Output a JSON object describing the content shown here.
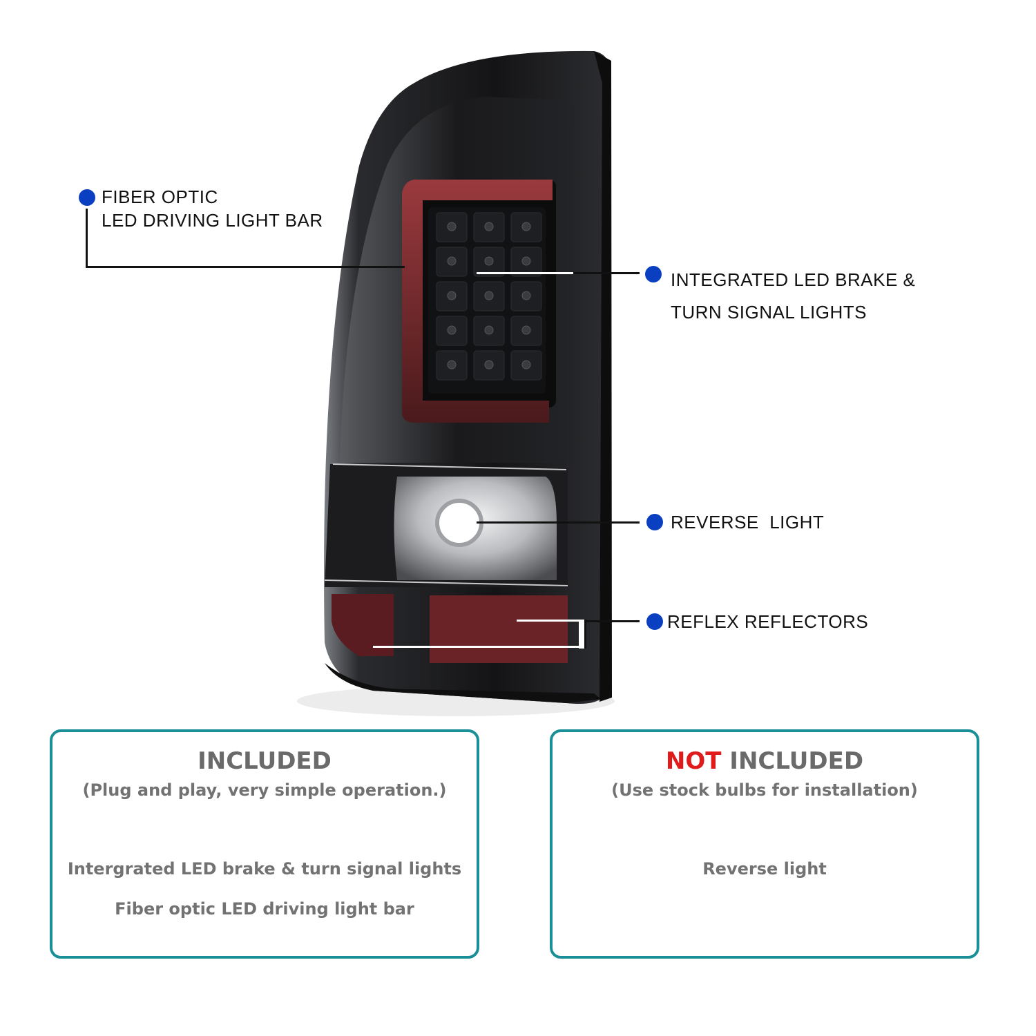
{
  "callouts": {
    "fiber_optic": {
      "line1": "FIBER OPTIC",
      "line2": "LED DRIVING LIGHT BAR"
    },
    "brake_turn": {
      "line1": "INTEGRATED LED BRAKE &",
      "line2": "TURN SIGNAL LIGHTS"
    },
    "reverse": {
      "label": "REVERSE  LIGHT"
    },
    "reflex": {
      "label": "REFLEX REFLECTORS"
    }
  },
  "included": {
    "title": "INCLUDED",
    "subtitle": "(Plug and play, very simple operation.)",
    "items": [
      "Intergrated LED brake & turn signal lights",
      "Fiber optic LED driving light bar"
    ]
  },
  "not_included": {
    "title_highlight": "NOT",
    "title_rest": "INCLUDED",
    "subtitle": "(Use stock bulbs for installation)",
    "items": [
      "Reverse light"
    ]
  },
  "colors": {
    "dot": "#0a3fc2",
    "box_border": "#1a8f97",
    "not_red": "#e01b1b",
    "housing": "#1b1b1d",
    "light_bar_red": "#8a2a2e"
  }
}
